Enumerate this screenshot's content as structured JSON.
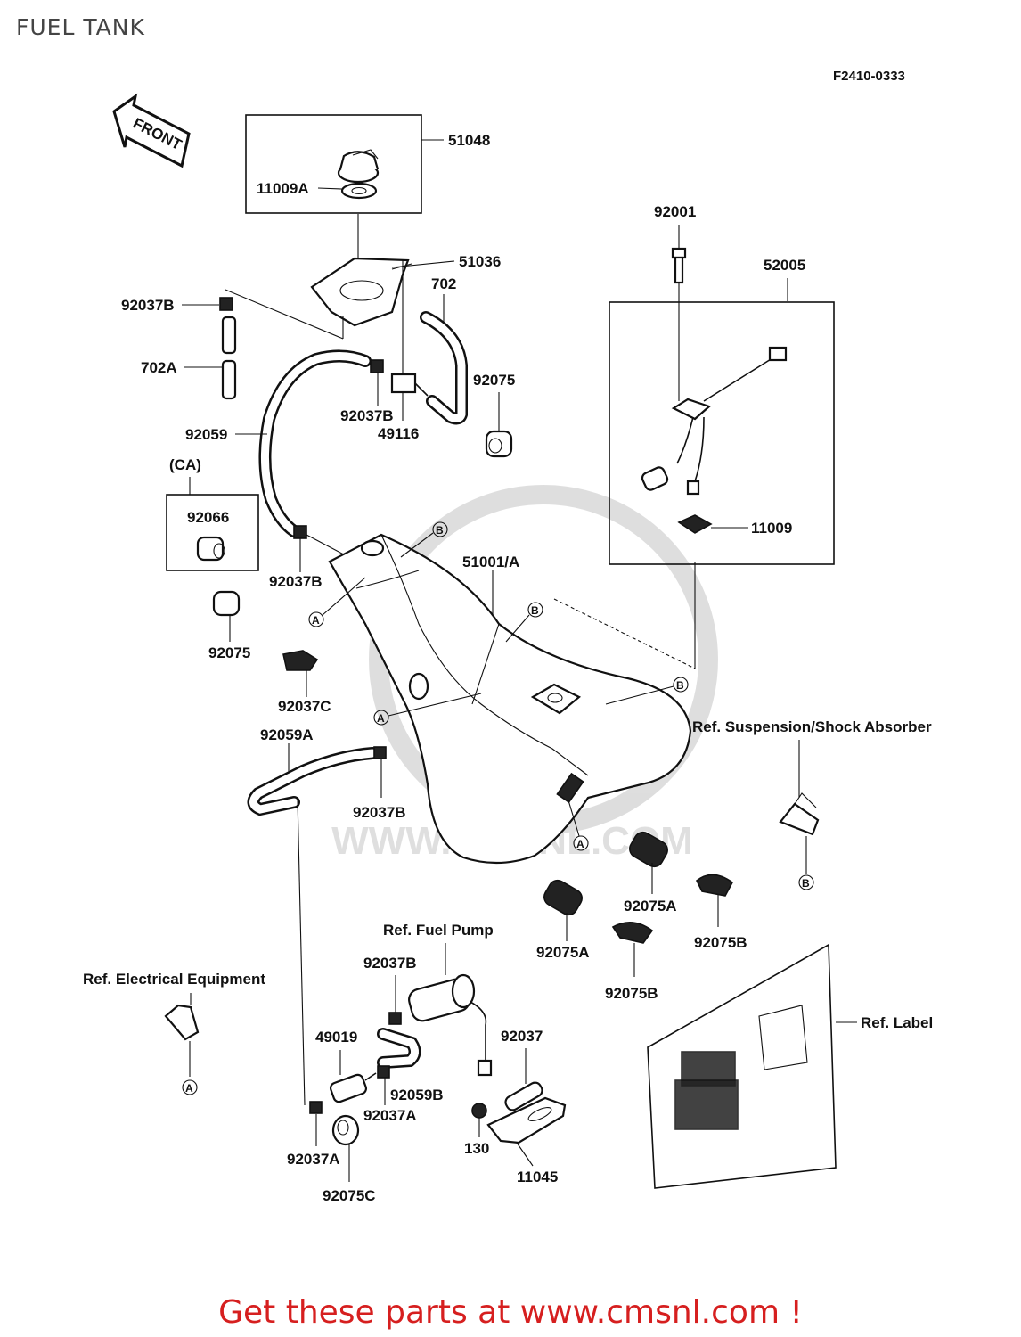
{
  "title": "FUEL TANK",
  "figure_code": "F2410-0333",
  "front_arrow": "FRONT",
  "labels": {
    "p51048": "51048",
    "p11009A": "11009A",
    "p51036": "51036",
    "p702": "702",
    "p92037B_1": "92037B",
    "p702A": "702A",
    "p92037B_2": "92037B",
    "p49116": "49116",
    "p92075_1": "92075",
    "p92059": "92059",
    "pCA": "(CA)",
    "p92066": "92066",
    "p92037B_3": "92037B",
    "p92075_2": "92075",
    "p51001A": "51001/A",
    "p92001": "92001",
    "p52005": "52005",
    "p11009": "11009",
    "p92037C": "92037C",
    "p92059A": "92059A",
    "p92037B_4": "92037B",
    "p92075A_1": "92075A",
    "p92075A_2": "92075A",
    "p92075B_1": "92075B",
    "p92075B_2": "92075B",
    "ref_suspension": "Ref. Suspension/Shock Absorber",
    "ref_fuel_pump": "Ref. Fuel Pump",
    "ref_electrical": "Ref. Electrical Equipment",
    "ref_label": "Ref. Label",
    "p92037B_5": "92037B",
    "p49019": "49019",
    "p92059B": "92059B",
    "p92037": "92037",
    "p92037A_1": "92037A",
    "p92037A_2": "92037A",
    "p130": "130",
    "p11045": "11045",
    "p92075C": "92075C"
  },
  "markers": {
    "a": "A",
    "b": "B"
  },
  "watermark": "WWW.CMSNL.COM",
  "footer": "Get these parts at www.cmsnl.com !"
}
